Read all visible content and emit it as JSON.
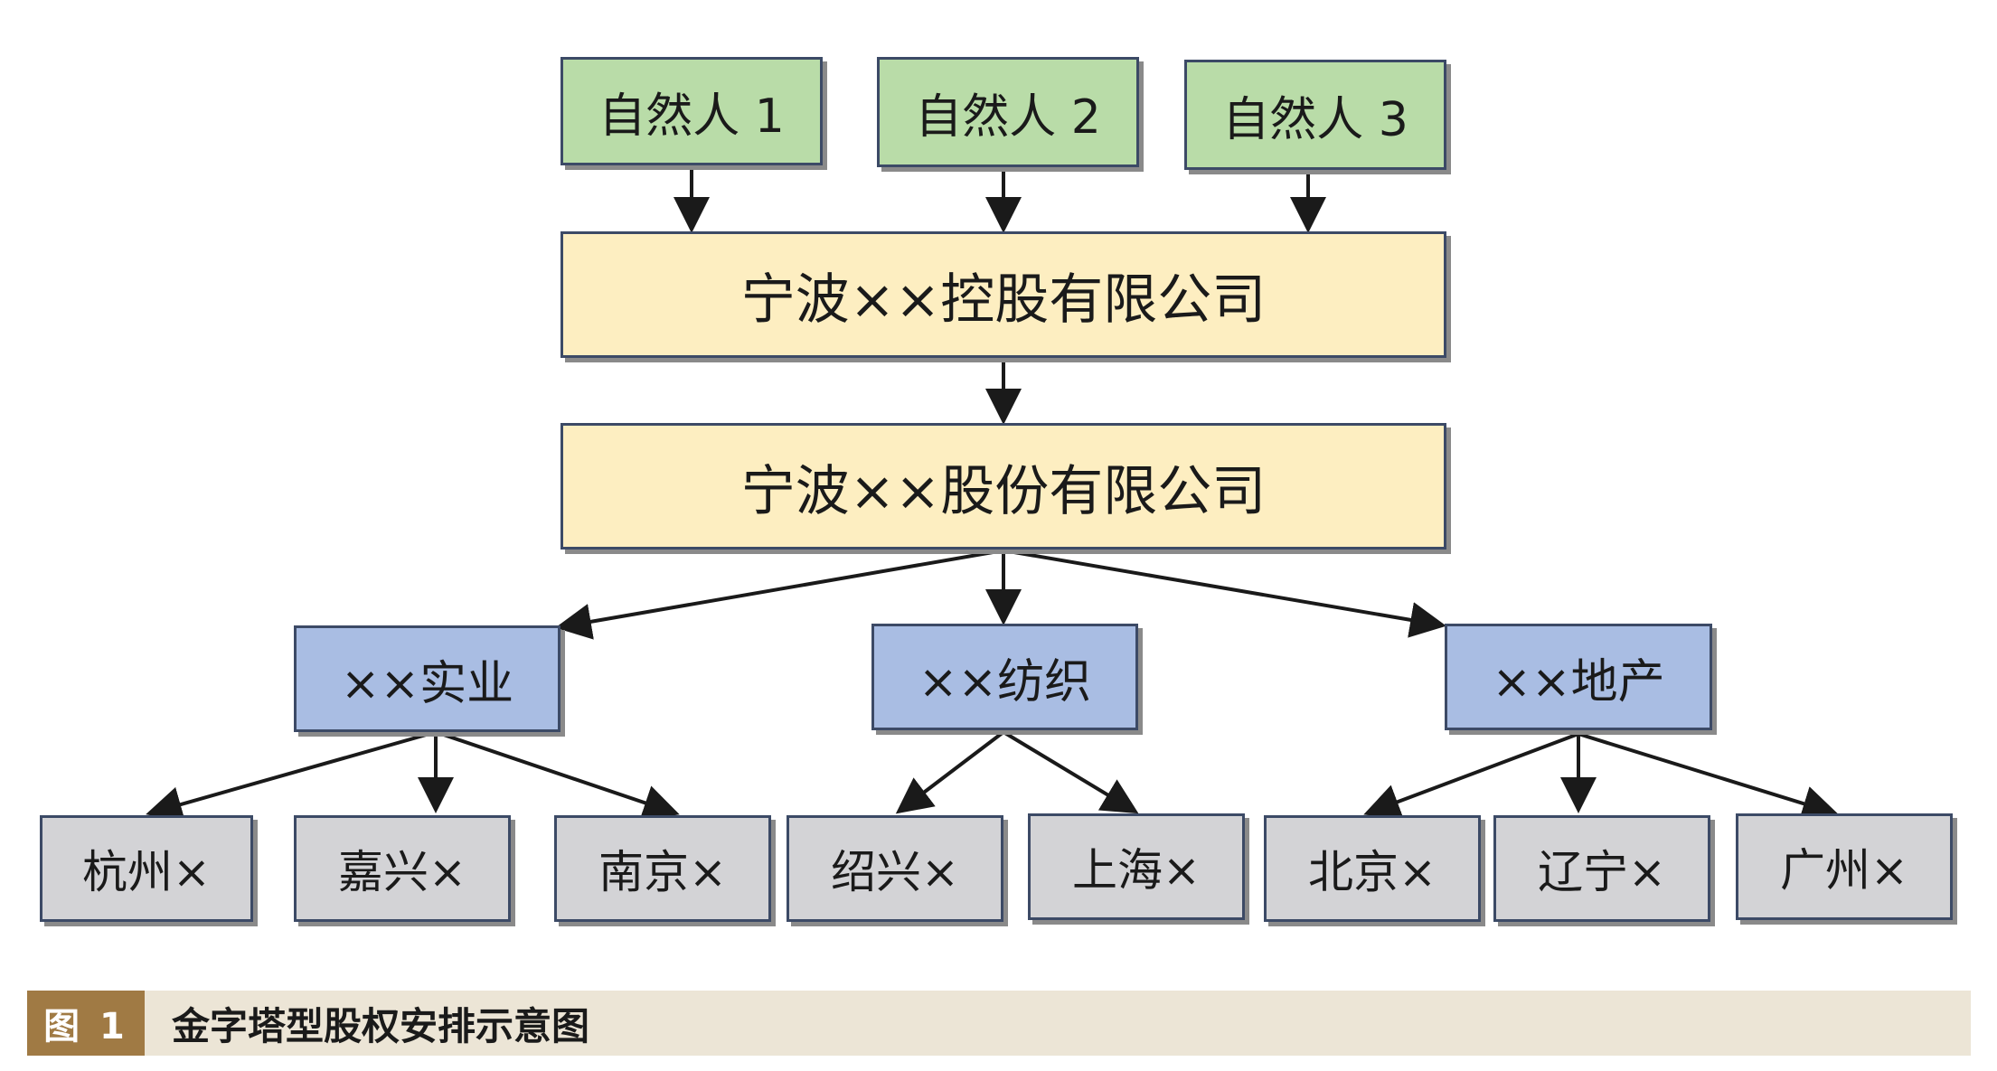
{
  "nodes": {
    "person1": "自然人 1",
    "person2": "自然人 2",
    "person3": "自然人 3",
    "holding": "宁波××控股有限公司",
    "stock": "宁波××股份有限公司",
    "industry": "××实业",
    "textile": "××纺织",
    "realestate": "××地产",
    "hangzhou": "杭州×",
    "jiaxing": "嘉兴×",
    "nanjing": "南京×",
    "shaoxing": "绍兴×",
    "shanghai": "上海×",
    "beijing": "北京×",
    "liaoning": "辽宁×",
    "guangzhou": "广州×"
  },
  "caption": {
    "tag": "图 1",
    "title": "金字塔型股权安排示意图"
  },
  "colors": {
    "person": "#b9dca8",
    "company": "#fdeec1",
    "subsidiary": "#a9bde3",
    "branch": "#d3d3d6",
    "caption_tag": "#a07a44",
    "caption_bar": "#ece5d6"
  }
}
